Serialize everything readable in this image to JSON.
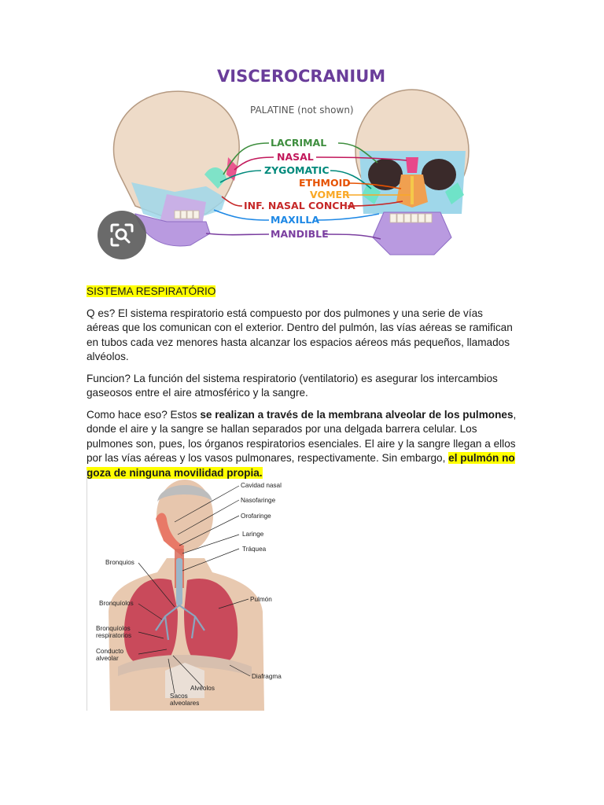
{
  "skull_figure": {
    "title": "VISCEROCRANIUM",
    "note": "PALATINE (not shown)",
    "labels": [
      {
        "text": "LACRIMAL",
        "color": "#3e8e3e"
      },
      {
        "text": "NASAL",
        "color": "#c2185b"
      },
      {
        "text": "ZYGOMATIC",
        "color": "#00897b"
      },
      {
        "text": "ETHMOID",
        "color": "#e65100"
      },
      {
        "text": "VOMER",
        "color": "#f9a825"
      },
      {
        "text": "INF. NASAL CONCHA",
        "color": "#c62828"
      },
      {
        "text": "MAXILLA",
        "color": "#1e88e5"
      },
      {
        "text": "MANDIBLE",
        "color": "#7b3fa0"
      }
    ]
  },
  "heading": "SISTEMA RESPIRATÓRIO",
  "p1": "Q es? El sistema respiratorio está compuesto por dos pulmones y una serie de vías aéreas que los comunican con el exterior. Dentro del pulmón, las vías aéreas se ramifican en tubos cada vez menores hasta alcanzar los espacios aéreos más pequeños, llamados alvéolos.",
  "p2": "Funcion? La función del sistema respiratorio (ventilatorio) es asegurar los intercambios gaseosos entre el aire atmosférico y la sangre.",
  "p3": {
    "lead": "Como hace eso?  Estos ",
    "bold": "se realizan a través de la membrana alveolar de los pulmones",
    "middle": ", donde el aire y la sangre se hallan separados por una delgada barrera celular. Los pulmones son, pues, los órganos respiratorios esenciales. El aire y la sangre llegan a ellos por las vías aéreas y los vasos pulmonares, respectivamente. Sin embargo, ",
    "highlight": "el pulmón no goza de ninguna movilidad propia."
  },
  "lungs_figure": {
    "right_labels": [
      "Cavidad nasal",
      "Nasofaringe",
      "Orofaringe",
      "Laringe",
      "Tráquea",
      "Pulmón",
      "Diafragma"
    ],
    "left_labels": [
      "Bronquios",
      "Bronquíolos",
      "Bronquíolos",
      "respiratorios",
      "Conducto",
      "alveolar",
      "Alvéolos",
      "Sacos",
      "alveolares"
    ]
  },
  "icons": {
    "lens": "image-search-icon"
  }
}
